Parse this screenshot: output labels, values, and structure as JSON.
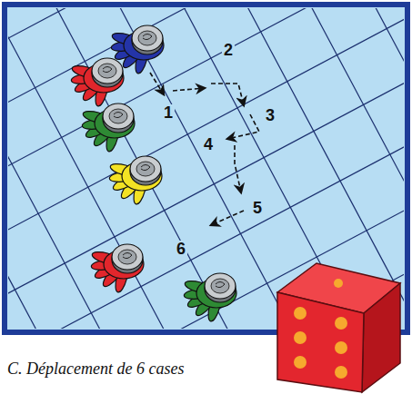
{
  "diagram": {
    "caption": "C. Déplacement de 6 cases",
    "labels": [
      "1",
      "2",
      "3",
      "4",
      "5",
      "6"
    ]
  }
}
